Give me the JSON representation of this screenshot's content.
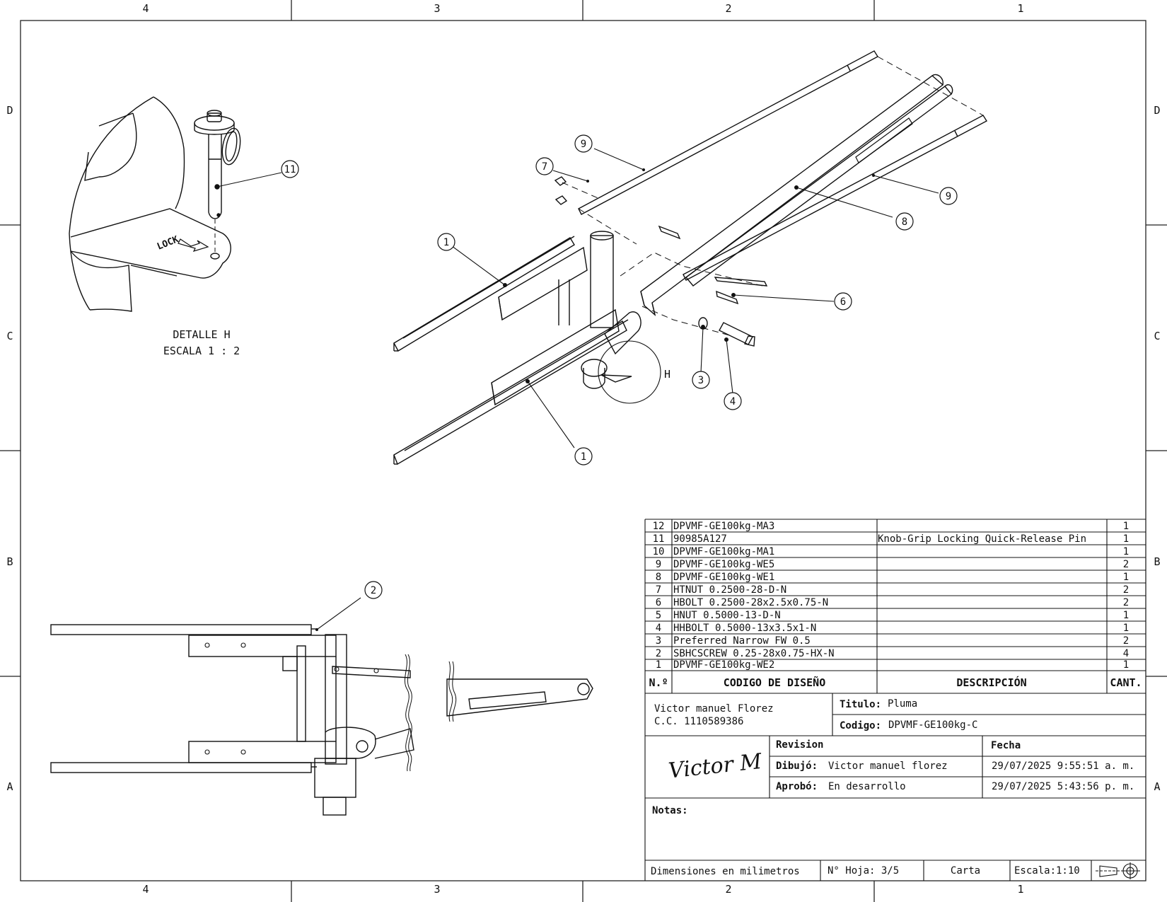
{
  "zones": {
    "columns": [
      "4",
      "3",
      "2",
      "1"
    ],
    "rows": [
      "D",
      "C",
      "B",
      "A"
    ]
  },
  "detail": {
    "title": "DETALLE H",
    "scale": "ESCALA 1 : 2",
    "callout_letter": "H",
    "lock_text": "LOCK"
  },
  "balloons": {
    "b1": "1",
    "b2": "2",
    "b3": "3",
    "b4": "4",
    "b6": "6",
    "b7": "7",
    "b8": "8",
    "b9": "9",
    "b11": "11"
  },
  "bom": {
    "headers": {
      "num": "N.º",
      "code": "CODIGO DE DISEÑO",
      "desc": "DESCRIPCIÓN",
      "qty": "CANT."
    },
    "rows": [
      {
        "num": "12",
        "code": "DPVMF-GE100kg-MA3",
        "desc": "",
        "qty": "1"
      },
      {
        "num": "11",
        "code": "90985A127",
        "desc": "Knob-Grip Locking Quick-Release Pin",
        "qty": "1"
      },
      {
        "num": "10",
        "code": "DPVMF-GE100kg-MA1",
        "desc": "",
        "qty": "1"
      },
      {
        "num": "9",
        "code": "DPVMF-GE100kg-WE5",
        "desc": "",
        "qty": "2"
      },
      {
        "num": "8",
        "code": "DPVMF-GE100kg-WE1",
        "desc": "",
        "qty": "1"
      },
      {
        "num": "7",
        "code": "HTNUT 0.2500-28-D-N",
        "desc": "",
        "qty": "2"
      },
      {
        "num": "6",
        "code": "HBOLT 0.2500-28x2.5x0.75-N",
        "desc": "",
        "qty": "2"
      },
      {
        "num": "5",
        "code": "HNUT 0.5000-13-D-N",
        "desc": "",
        "qty": "1"
      },
      {
        "num": "4",
        "code": "HHBOLT 0.5000-13x3.5x1-N",
        "desc": "",
        "qty": "1"
      },
      {
        "num": "3",
        "code": "Preferred Narrow FW 0.5",
        "desc": "",
        "qty": "2"
      },
      {
        "num": "2",
        "code": "SBHCSCREW 0.25-28x0.75-HX-N",
        "desc": "",
        "qty": "4"
      },
      {
        "num": "1",
        "code": "DPVMF-GE100kg-WE2",
        "desc": "",
        "qty": "1"
      }
    ]
  },
  "title_block": {
    "author": "Victor manuel Florez",
    "id": "C.C. 1110589386",
    "titulo_label": "Titulo:",
    "titulo": "Pluma",
    "codigo_label": "Codigo:",
    "codigo": "DPVMF-GE100kg-C",
    "revision_label": "Revision",
    "fecha_label": "Fecha",
    "dibujo_label": "Dibujó:",
    "dibujo": "Victor manuel florez",
    "dibujo_fecha": "29/07/2025 9:55:51 a. m.",
    "aprobo_label": "Aprobó:",
    "aprobo": "En desarrollo",
    "aprobo_fecha": "29/07/2025 5:43:56 p. m.",
    "notas_label": "Notas:",
    "signature": "Victor M",
    "dimensiones": "Dimensiones en milimetros",
    "hoja": "N° Hoja: 3/5",
    "formato": "Carta",
    "escala": "Escala:1:10"
  }
}
